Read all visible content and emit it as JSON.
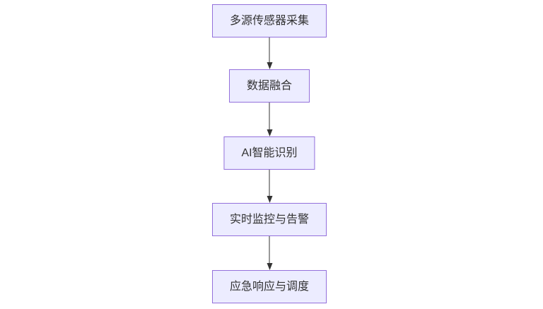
{
  "diagram": {
    "type": "flowchart",
    "direction": "top-down",
    "background": "#ffffff",
    "node_style": {
      "fill": "#ECECFF",
      "border": "#9370DB",
      "text_color": "#333333"
    },
    "edge_style": {
      "color": "#333333",
      "arrowhead": "filled-triangle-down"
    },
    "nodes": [
      {
        "id": "node-1",
        "label": "多源传感器采集"
      },
      {
        "id": "node-2",
        "label": "数据融合"
      },
      {
        "id": "node-3",
        "label": "AI智能识别"
      },
      {
        "id": "node-4",
        "label": "实时监控与告警"
      },
      {
        "id": "node-5",
        "label": "应急响应与调度"
      }
    ],
    "edges": [
      {
        "from": "多源传感器采集",
        "to": "数据融合"
      },
      {
        "from": "数据融合",
        "to": "AI智能识别"
      },
      {
        "from": "AI智能识别",
        "to": "实时监控与告警"
      },
      {
        "from": "实时监控与告警",
        "to": "应急响应与调度"
      }
    ]
  }
}
